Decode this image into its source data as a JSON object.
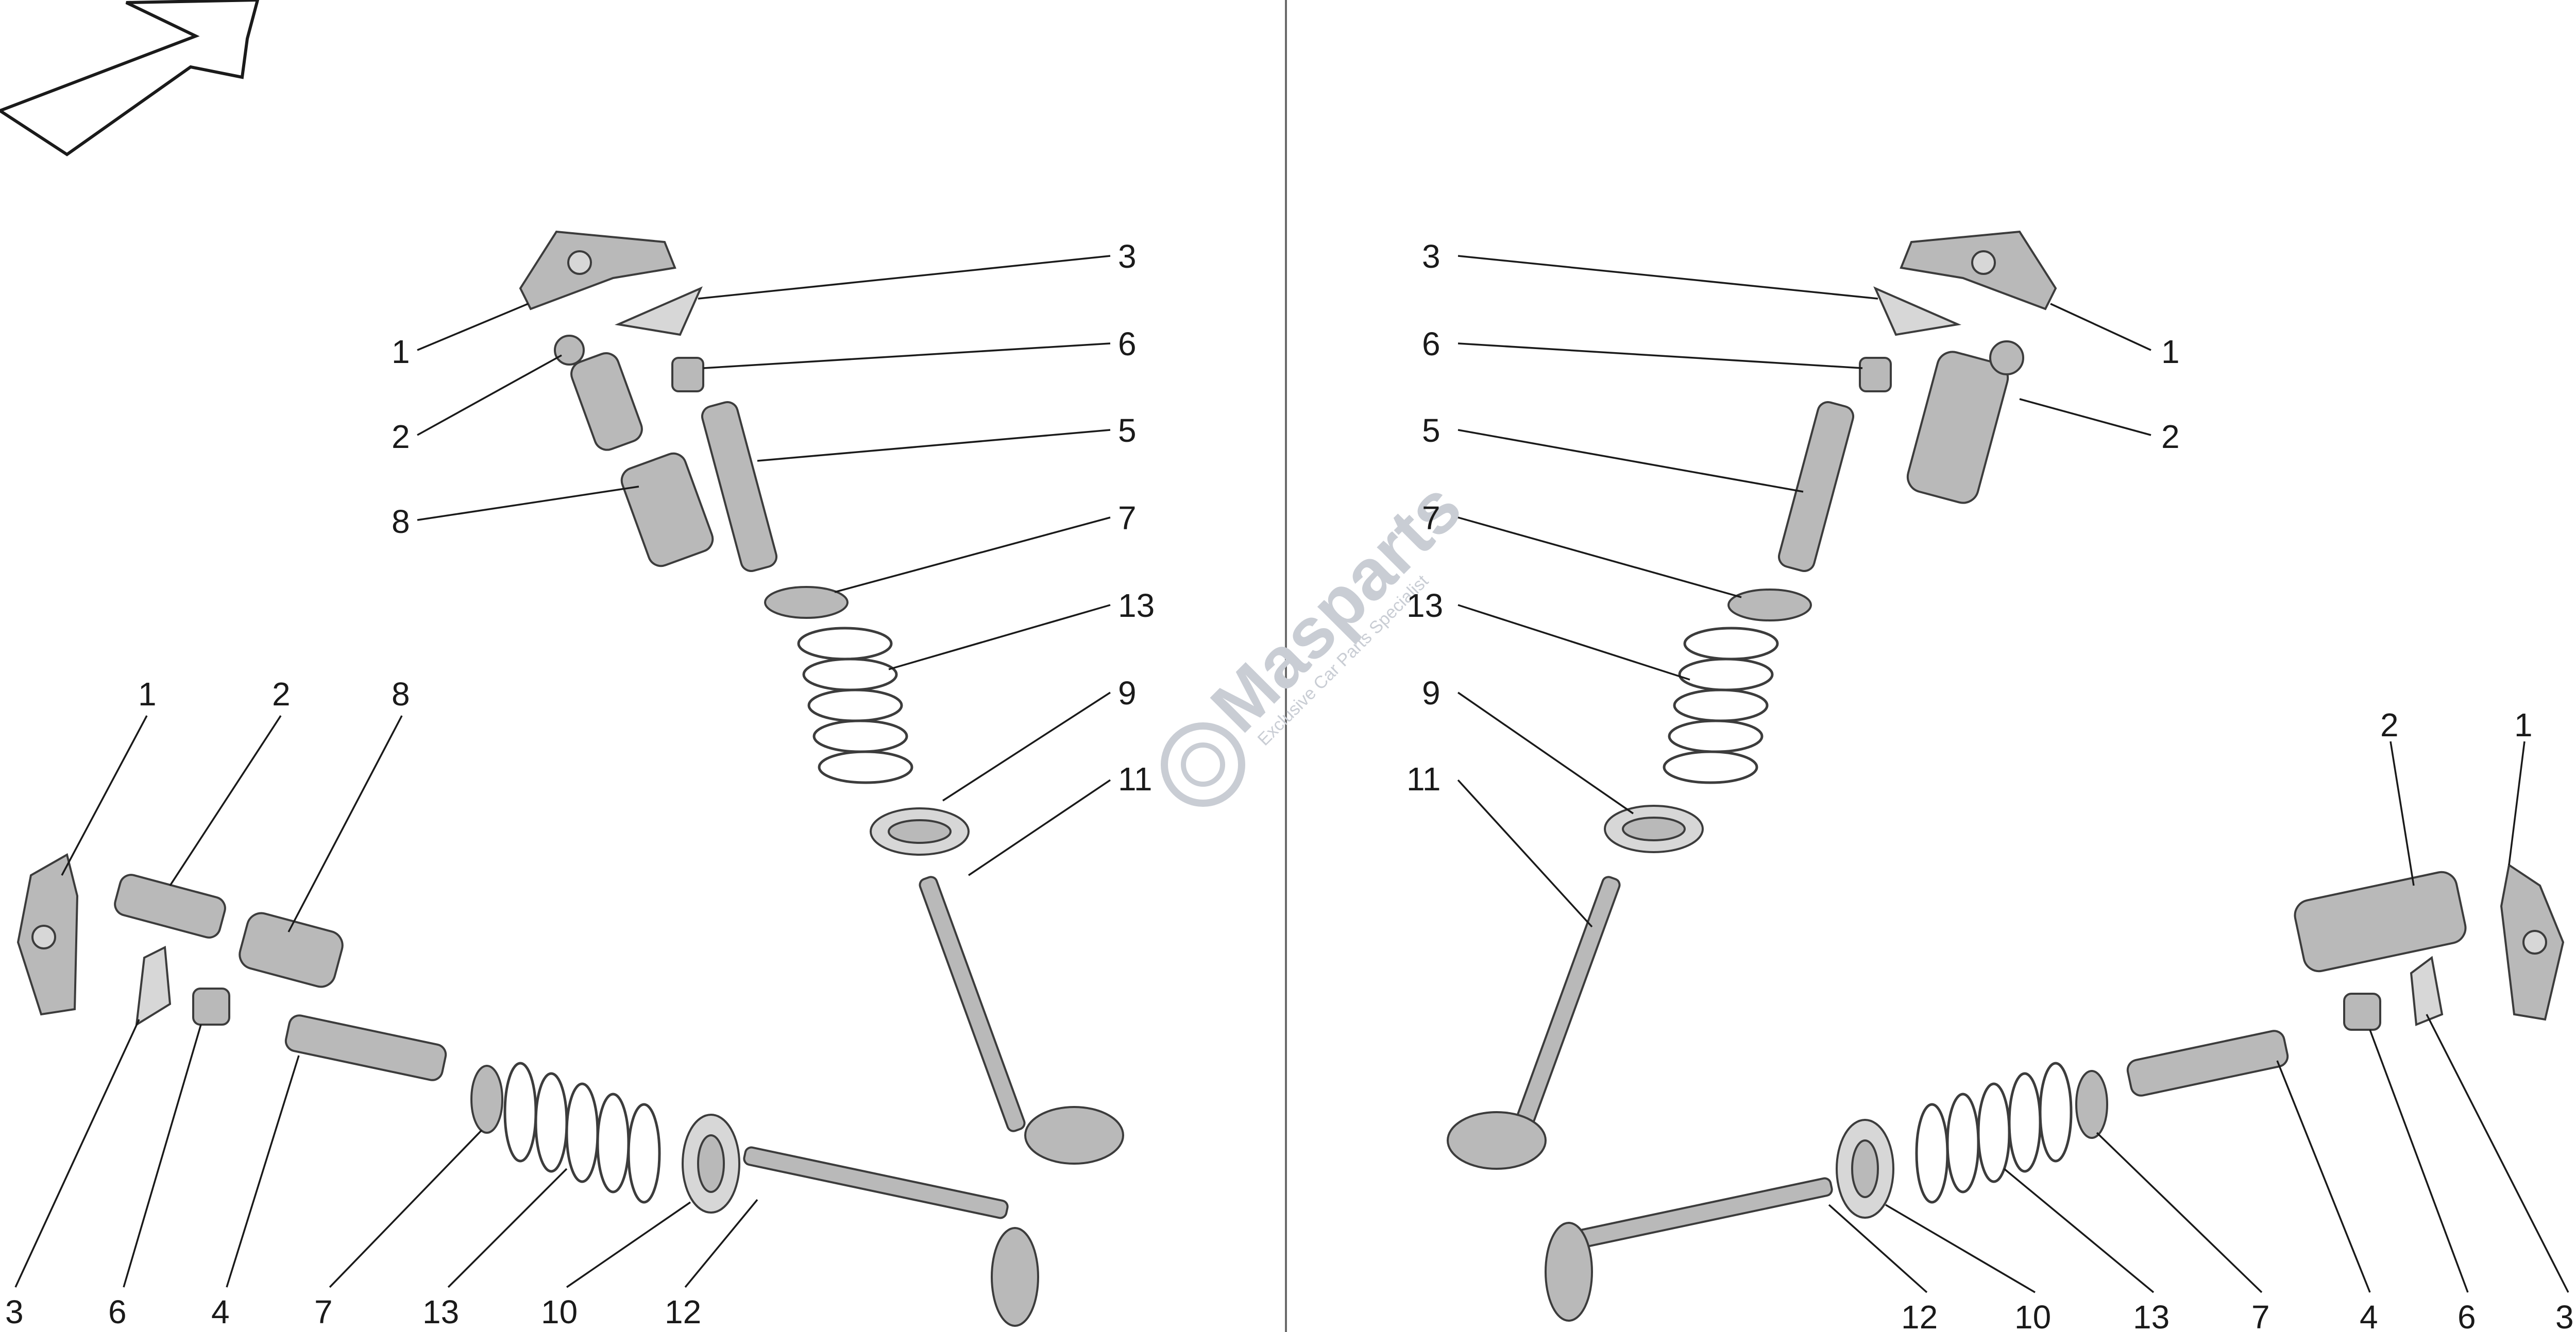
{
  "callouts_left_upper": [
    "1",
    "2",
    "8",
    "3",
    "6",
    "5",
    "7",
    "13",
    "9",
    "11"
  ],
  "callouts_left_lower": [
    "1",
    "2",
    "8",
    "3",
    "6",
    "4",
    "7",
    "13",
    "10",
    "12"
  ],
  "callouts_right_upper": [
    "3",
    "6",
    "5",
    "7",
    "13",
    "9",
    "11",
    "1",
    "2"
  ],
  "callouts_right_lower": [
    "2",
    "1",
    "12",
    "10",
    "13",
    "7",
    "4",
    "6",
    "3"
  ],
  "watermark": {
    "brand": "Masparts",
    "tagline": "Exclusive Car Parts Specialist"
  },
  "colors": {
    "part_fill": "#b9b9b9",
    "outline": "#3c3c3c",
    "watermark": "#c9cdd4"
  }
}
